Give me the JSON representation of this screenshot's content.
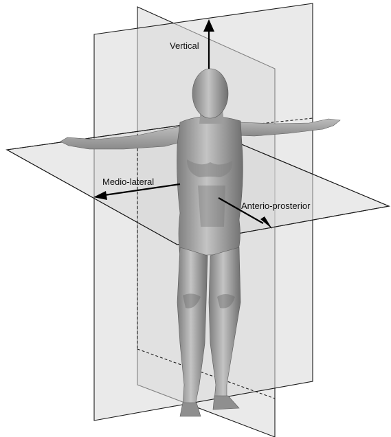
{
  "axes": {
    "vertical_label": "Vertical",
    "mediolateral_label": "Medio-lateral",
    "anteroposterior_label": "Anterio-prosterior"
  },
  "colors": {
    "plane_fill": "#d9d9d9",
    "figure_light": "#b5b5b5",
    "figure_mid": "#8e8e8e",
    "figure_dark": "#6a6a6a",
    "line": "#1a1a1a"
  }
}
